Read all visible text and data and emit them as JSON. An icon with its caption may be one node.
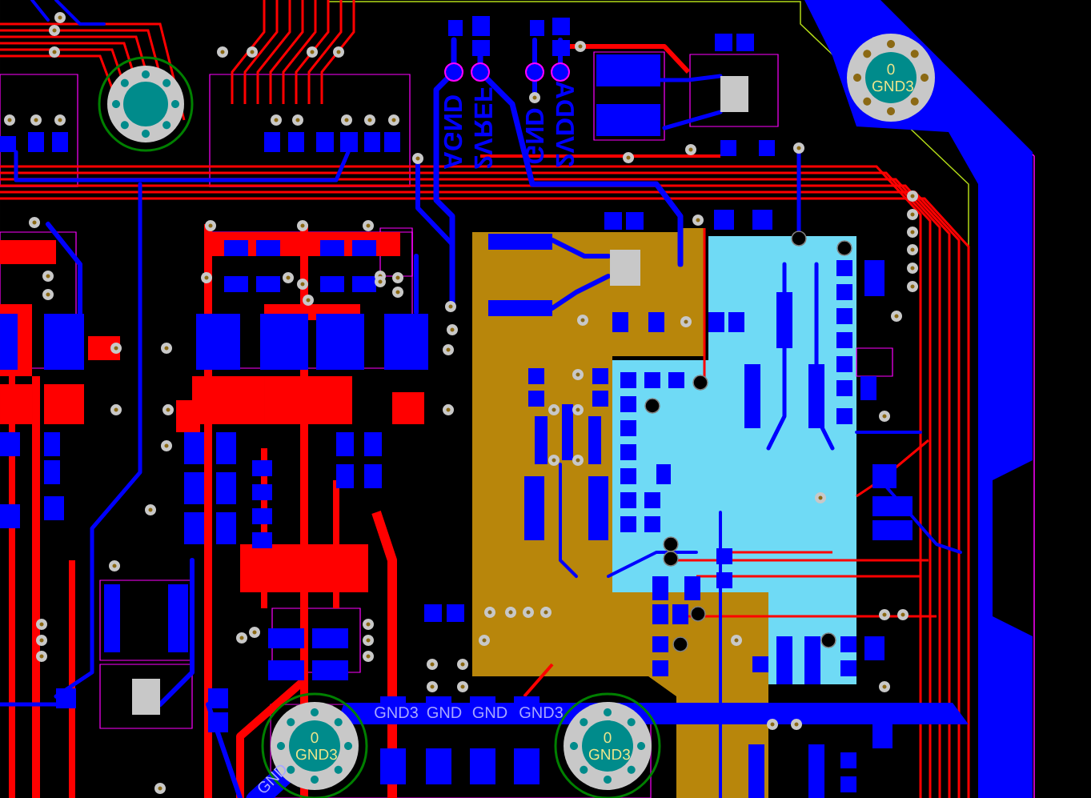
{
  "diagram": {
    "nodes": [
      {
        "text": [],
        "shape": "circle"
      },
      {
        "text": [
          "0 GND3"
        ]
      },
      {
        "text": [
          "0 GND3"
        ]
      },
      {
        "text": [
          "0 GND3"
        ]
      }
    ],
    "labels": [
      "AGND",
      "2VREF",
      "GND",
      "2VDDA",
      "GND3",
      "GND",
      "GND",
      "GND3",
      "GND"
    ]
  }
}
